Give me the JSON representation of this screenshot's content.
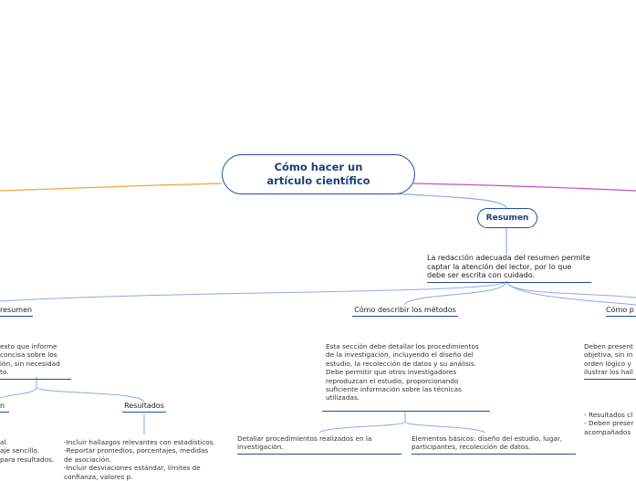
{
  "root": {
    "title": "Cómo hacer un  artículo científico"
  },
  "resumen": {
    "label": "Resumen",
    "description": "La redacción adecuada del resumen permite captar la atención del lector, por lo que debe ser escrita con cuidado."
  },
  "branches": {
    "left": {
      "label": "resumen",
      "description_lines": [
        "exto que informe",
        "concisa sobre los",
        "ión, sin necesidad",
        "to."
      ],
      "sub_left_label": "n",
      "sub_left_lines": [
        "al.",
        "aje sencillo.",
        "para resultados."
      ],
      "resultados": {
        "label": "Resultados",
        "lines": [
          "-Incluir hallazgos relevantes con estadísticos.",
          "-Reportar promedios, porcentajes, medidas",
          "de asociación.",
          "-Incluir desviaciones estándar, límites de",
          "confianza, valores p."
        ]
      }
    },
    "metodos": {
      "label": "Cómo describir los métodos",
      "description": "Esta sección debe detallar los procedimientos de la investigación, incluyendo el diseño del estudio, la recolección de datos y su análisis. Debe permitir que otros investigadores reproduzcan el estudio, proporcionando suficiente información sobre las técnicas utilizadas.",
      "child_left": "Detallar procedimientos realizados en la investigación.",
      "child_right": "Elementos básicos: diseño del estudio, lugar, participantes, recolección de datos."
    },
    "right": {
      "label": "Cómo p",
      "description_lines": [
        "Deben present",
        "objetiva, sin in",
        "orden lógico y",
        "ilustrar los hall"
      ],
      "list_lines": [
        "- Resultados cl",
        "- Deben preser",
        "acompañados"
      ]
    }
  },
  "colors": {
    "primary": "#1f4e9c",
    "branch_light": "#7d9be0",
    "left_link": "#f2a33a",
    "right_link": "#c64fc6"
  }
}
